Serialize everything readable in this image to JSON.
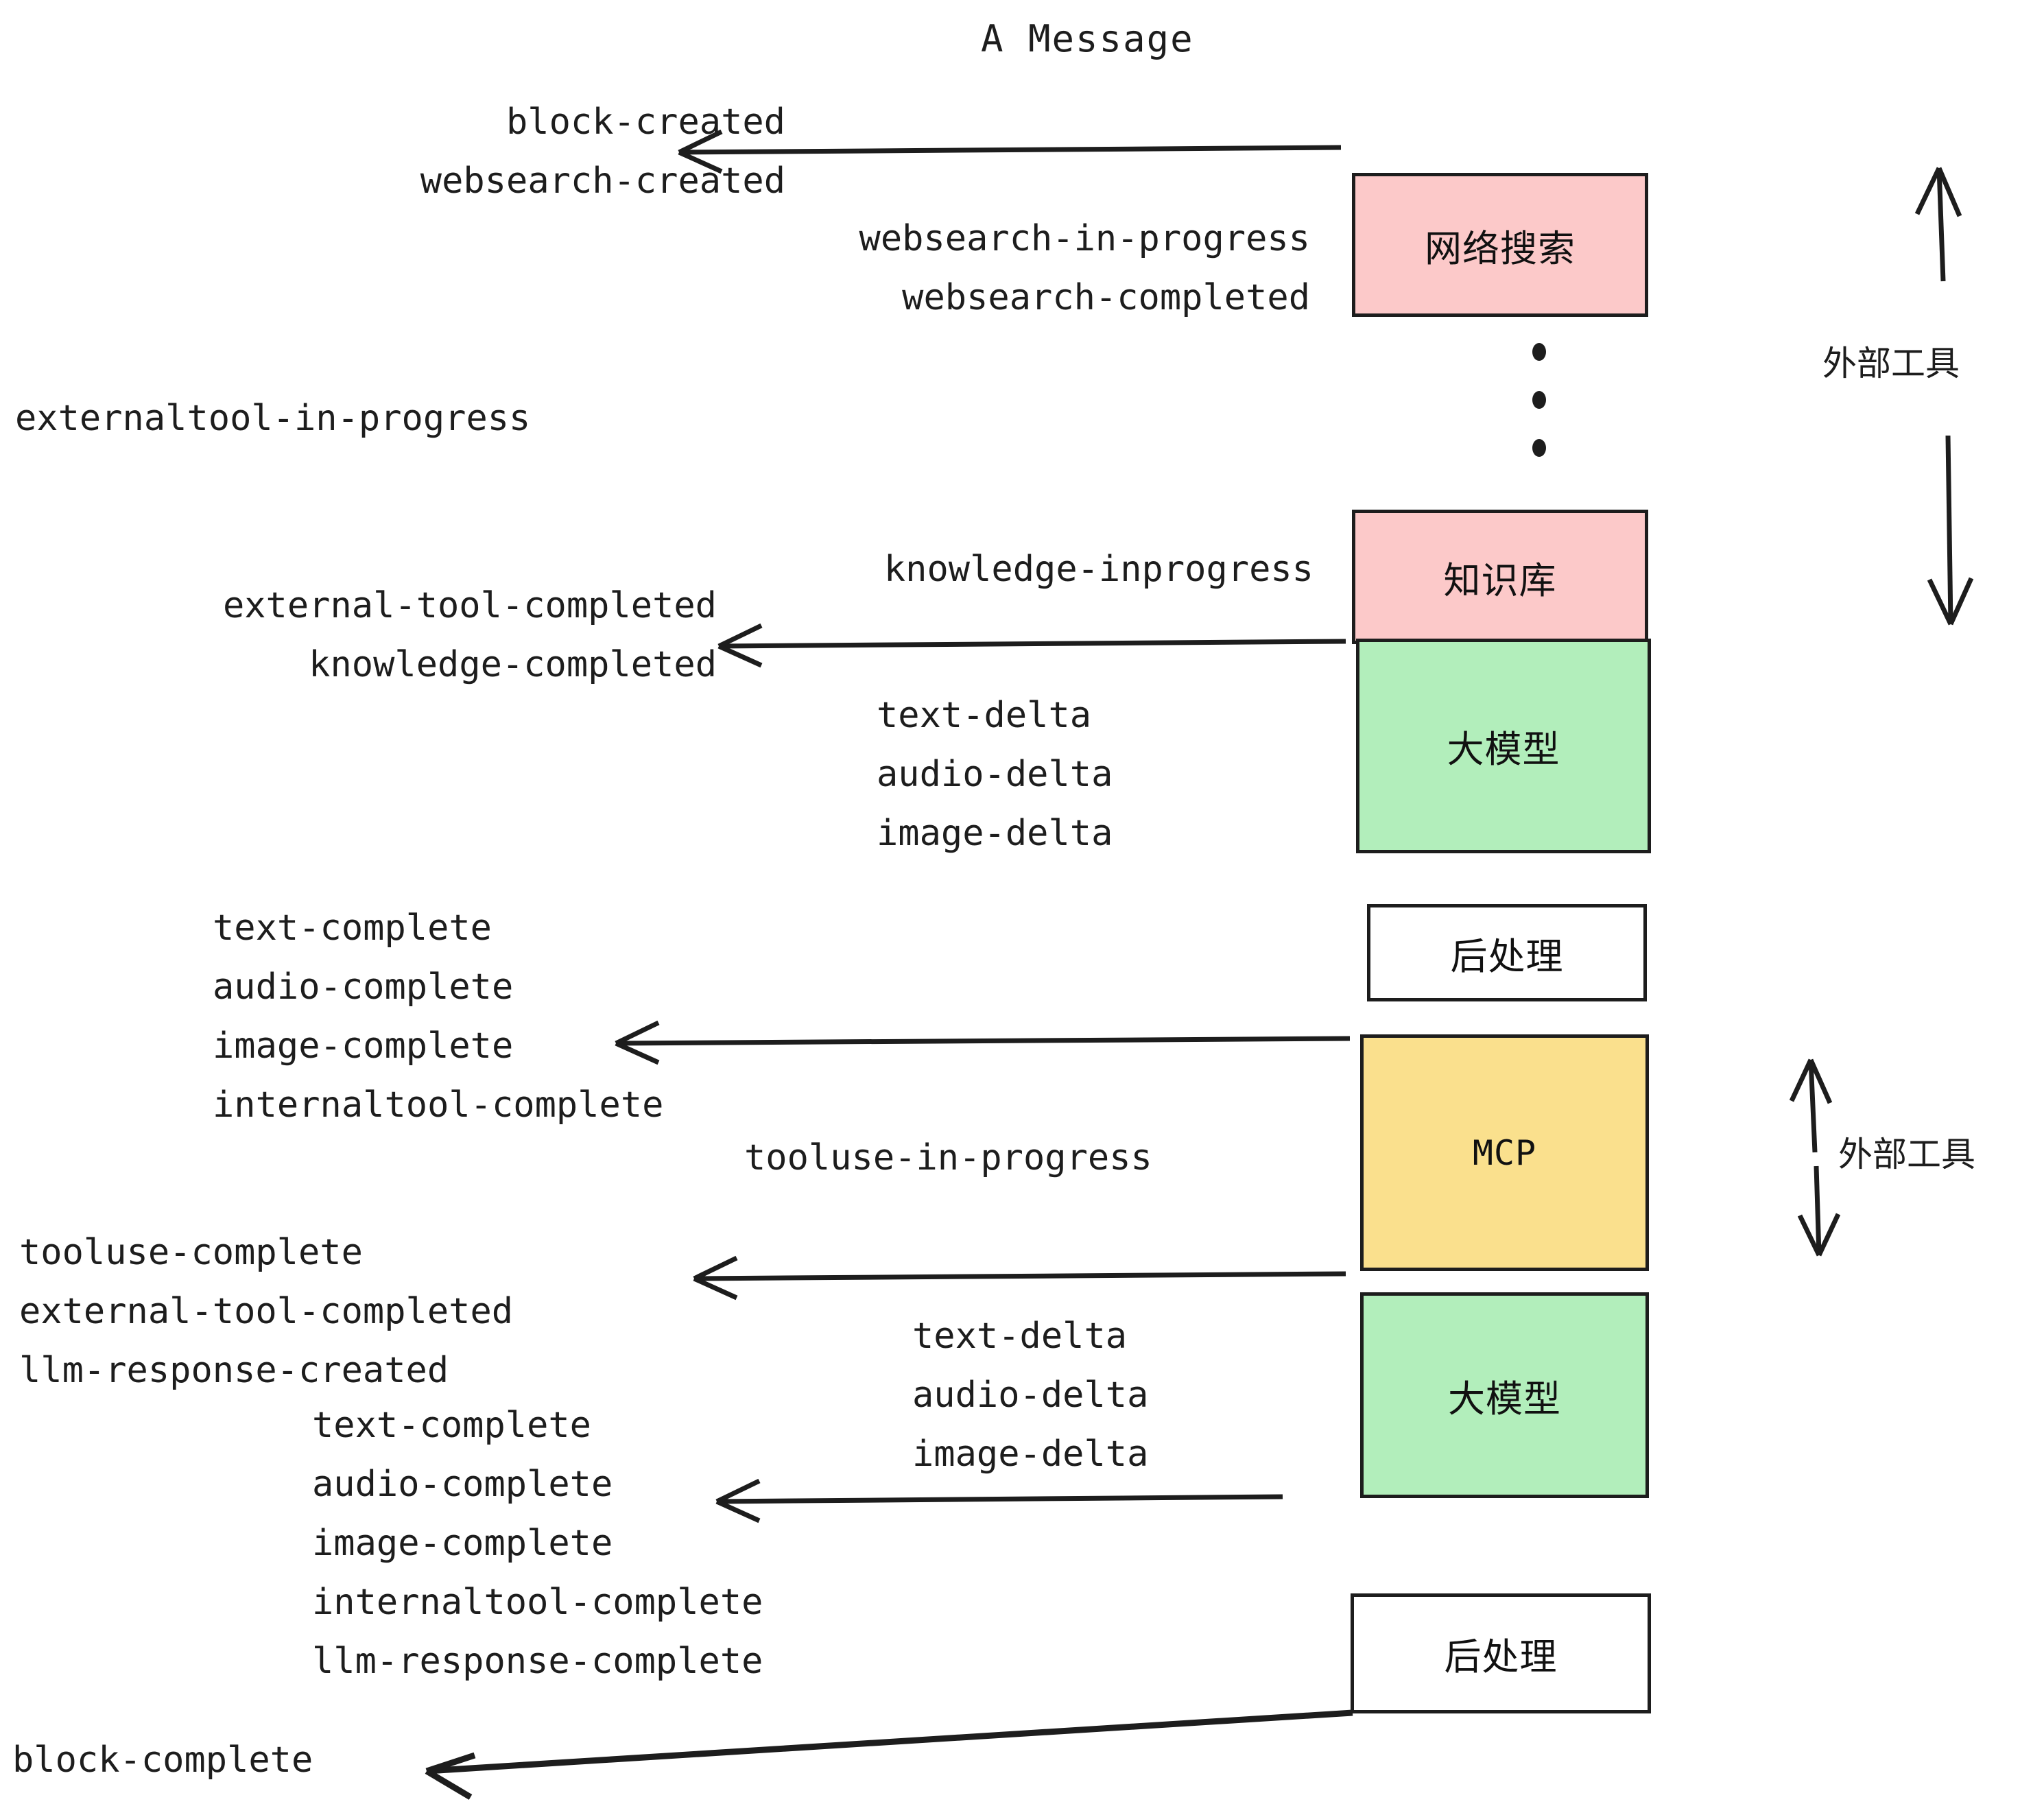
{
  "diagram": {
    "title": "A Message",
    "colors": {
      "external_tool_fill": "#fcc9c9",
      "llm_fill": "#b2eebb",
      "mcp_fill": "#fae08d",
      "postprocess_fill": "#ffffff",
      "stroke": "#1d1d1d",
      "background": "#ffffff"
    },
    "nodes": [
      {
        "id": "websearch",
        "label": "网络搜索",
        "fill": "#fcc9c9",
        "kind": "external-tool"
      },
      {
        "id": "knowledge",
        "label": "知识库",
        "fill": "#fcc9c9",
        "kind": "external-tool"
      },
      {
        "id": "llm-1",
        "label": "大模型",
        "fill": "#b2eebb",
        "kind": "llm"
      },
      {
        "id": "postprocess-1",
        "label": "后处理",
        "fill": "#ffffff",
        "kind": "post-process"
      },
      {
        "id": "mcp",
        "label": "MCP",
        "fill": "#fae08d",
        "kind": "mcp"
      },
      {
        "id": "llm-2",
        "label": "大模型",
        "fill": "#b2eebb",
        "kind": "llm"
      },
      {
        "id": "postprocess-2",
        "label": "后处理",
        "fill": "#ffffff",
        "kind": "post-process"
      }
    ],
    "side_labels": [
      {
        "id": "external-tool-top",
        "text": "外部工具"
      },
      {
        "id": "external-tool-bottom",
        "text": "外部工具"
      }
    ],
    "event_groups": [
      {
        "id": "block-created-group",
        "align": "right",
        "events": [
          "block-created",
          "websearch-created"
        ]
      },
      {
        "id": "websearch-progress-group",
        "align": "right",
        "events": [
          "websearch-in-progress",
          "websearch-completed"
        ]
      },
      {
        "id": "externaltool-in-progress-group",
        "align": "left",
        "events": [
          "externaltool-in-progress"
        ]
      },
      {
        "id": "knowledge-inprogress-group",
        "align": "right",
        "events": [
          "knowledge-inprogress"
        ]
      },
      {
        "id": "external-tool-completed-group",
        "align": "right",
        "events": [
          "external-tool-completed",
          "knowledge-completed"
        ]
      },
      {
        "id": "llm-delta-group-1",
        "align": "left",
        "events": [
          "text-delta",
          "audio-delta",
          "image-delta"
        ]
      },
      {
        "id": "complete-group-1",
        "align": "left",
        "events": [
          "text-complete",
          "audio-complete",
          "image-complete",
          "internaltool-complete"
        ]
      },
      {
        "id": "tooluse-in-progress-group",
        "align": "left",
        "events": [
          "tooluse-in-progress"
        ]
      },
      {
        "id": "tooluse-complete-group",
        "align": "left",
        "events": [
          "tooluse-complete",
          "external-tool-completed",
          "llm-response-created"
        ]
      },
      {
        "id": "llm-delta-group-2",
        "align": "left",
        "events": [
          "text-delta",
          "audio-delta",
          "image-delta"
        ]
      },
      {
        "id": "complete-group-2",
        "align": "left",
        "events": [
          "text-complete",
          "audio-complete",
          "image-complete",
          "internaltool-complete",
          "llm-response-complete"
        ]
      },
      {
        "id": "block-complete-group",
        "align": "left",
        "events": [
          "block-complete"
        ]
      }
    ],
    "ellipsis": {
      "id": "vertical-ellipsis",
      "dots": 3
    }
  }
}
